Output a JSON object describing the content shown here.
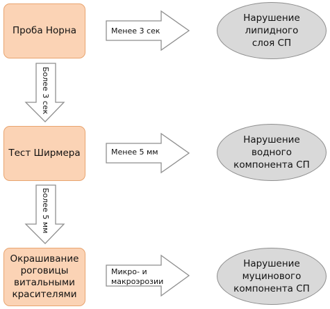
{
  "steps": [
    {
      "label": "Проба Норна"
    },
    {
      "label": "Тест Ширмера"
    },
    {
      "label_lines": [
        "Окрашивание",
        "роговицы",
        "витальными",
        "красителями"
      ]
    }
  ],
  "results": [
    {
      "lines": [
        "Нарушение",
        "липидного",
        "слоя СП"
      ]
    },
    {
      "lines": [
        "Нарушение",
        "водного",
        "компонента СП"
      ]
    },
    {
      "lines": [
        "Нарушение",
        "муцинового",
        "компонента СП"
      ]
    }
  ],
  "horizontal_arrows": [
    {
      "lines": [
        "Менее 3 сек"
      ]
    },
    {
      "lines": [
        "Менее 5 мм"
      ]
    },
    {
      "lines": [
        "Микро- и",
        "макроэрозии"
      ]
    }
  ],
  "vertical_arrows": [
    {
      "label": "Более 3 сек"
    },
    {
      "label": "Более 5 мм"
    }
  ]
}
